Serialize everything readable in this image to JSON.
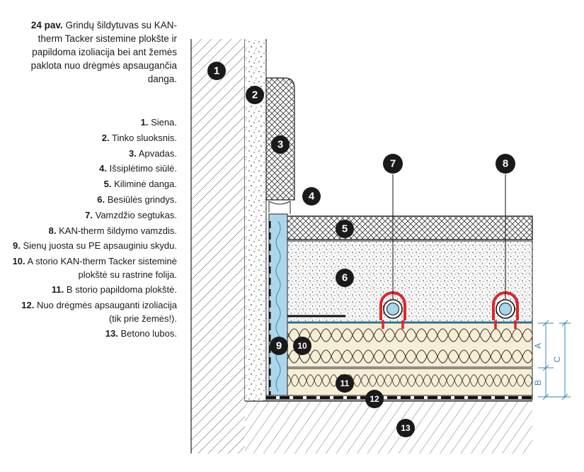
{
  "caption": {
    "number": "24 pav.",
    "text": "Grindų šildytuvas su KAN-therm Tacker sistemine plokšte ir papildoma izoliacija bei ant žemės paklota nuo drėgmės apsaugančia danga."
  },
  "legend": [
    {
      "num": "1.",
      "text": "Siena."
    },
    {
      "num": "2.",
      "text": "Tinko sluoksnis."
    },
    {
      "num": "3.",
      "text": "Apvadas."
    },
    {
      "num": "4.",
      "text": "Išsiplėtimo siūlė."
    },
    {
      "num": "5.",
      "text": "Kiliminė danga."
    },
    {
      "num": "6.",
      "text": "Besiūlės grindys."
    },
    {
      "num": "7.",
      "text": "Vamzdžio segtukas."
    },
    {
      "num": "8.",
      "text": "KAN-therm šildymo vamzdis."
    },
    {
      "num": "9.",
      "text": "Sienų juosta su PE apsauginiu skydu."
    },
    {
      "num": "10.",
      "text": "A storio KAN-therm Tacker sisteminė plokštė su rastrine folija."
    },
    {
      "num": "11.",
      "text": "B storio papildoma plokštė."
    },
    {
      "num": "12.",
      "text": "Nuo drėgmės apsauganti izoliacija (tik prie žemės!)."
    },
    {
      "num": "13.",
      "text": "Betono lubos."
    }
  ],
  "markers": [
    "1",
    "2",
    "3",
    "4",
    "5",
    "6",
    "7",
    "8",
    "9",
    "10",
    "11",
    "12",
    "13"
  ],
  "dimensions": {
    "a": "A",
    "b": "B",
    "c": "C"
  },
  "colors": {
    "hatch": "#555555",
    "insulation": "#f7efd5",
    "wall_tape": "#aed6ea",
    "clip": "#e0242c",
    "pipe": "#a8d6ea",
    "dimension": "#3a86b4",
    "foil": "#2b6f97",
    "badge": "#1a1a1a"
  }
}
